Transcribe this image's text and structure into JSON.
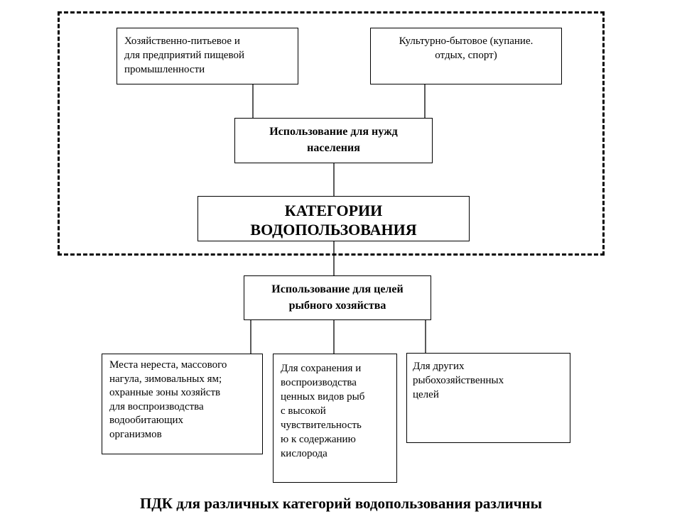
{
  "nodes": {
    "water_supply": {
      "lines": [
        "Хозяйственно-питьевое и",
        "для предприятий пищевой",
        "промышленности"
      ]
    },
    "recreation": {
      "lines": [
        "Культурно-бытовое (купание.",
        "отдых, спорт)"
      ]
    },
    "population_needs": {
      "lines": [
        "Использование для нужд",
        "населения"
      ]
    },
    "categories": {
      "lines": [
        "КАТЕГОРИИ",
        "ВОДОПОЛЬЗОВАНИЯ"
      ]
    },
    "fishery": {
      "lines": [
        "Использование для целей",
        "рыбного хозяйства"
      ]
    },
    "spawning": {
      "lines": [
        "Места нереста, массового",
        "нагула, зимовальных ям;",
        "охранные зоны хозяйств",
        "для воспроизводства",
        "водообитающих",
        "организмов"
      ]
    },
    "valuable_species": {
      "lines": [
        "Для сохранения и",
        "воспроизводства",
        "ценных видов рыб",
        "с высокой",
        "чувствительность",
        "ю  к содержанию",
        "кислорода"
      ]
    },
    "other_fishery": {
      "lines": [
        "Для других",
        "рыбохозяйственных",
        "целей"
      ]
    }
  },
  "footer": {
    "text": "ПДК для различных категорий водопользования различны"
  }
}
